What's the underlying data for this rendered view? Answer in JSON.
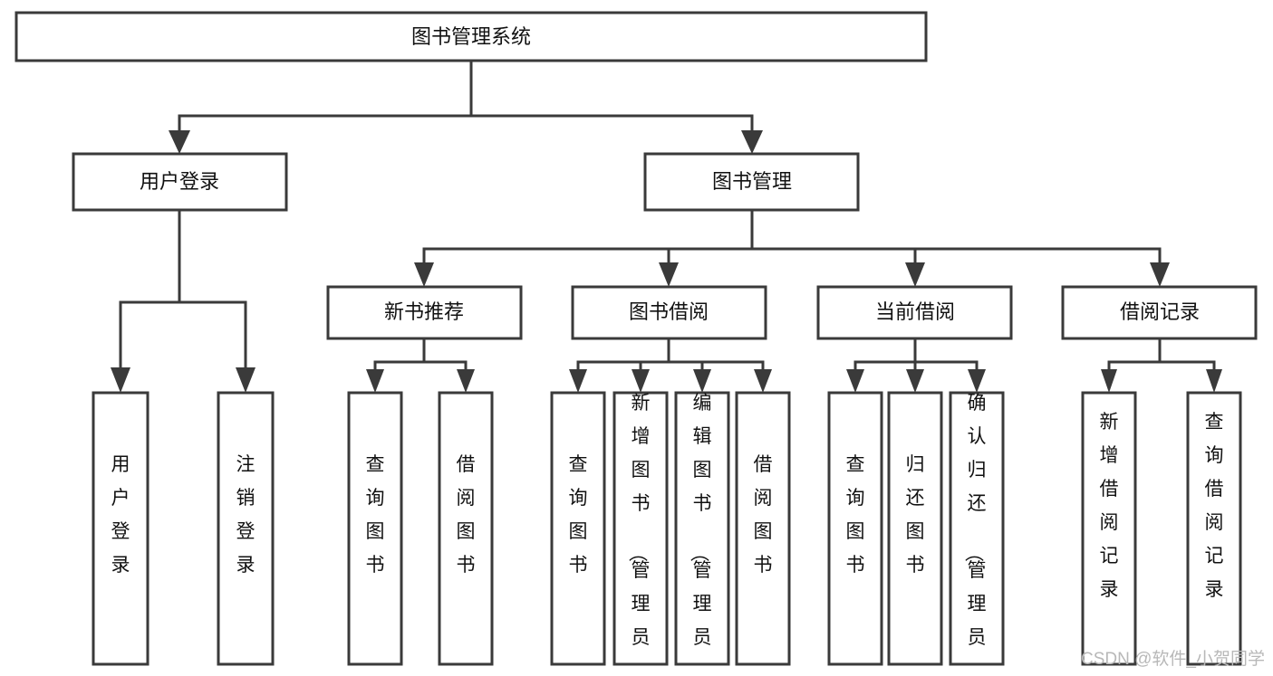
{
  "diagram": {
    "title": "图书管理系统",
    "type": "tree-hierarchy",
    "root": {
      "id": "root",
      "label": "图书管理系统",
      "orientation": "horizontal"
    },
    "level2": [
      {
        "id": "user-login",
        "label": "用户登录",
        "orientation": "horizontal"
      },
      {
        "id": "book-manage",
        "label": "图书管理",
        "orientation": "horizontal"
      }
    ],
    "level3": [
      {
        "id": "new-book-recommend",
        "label": "新书推荐",
        "orientation": "horizontal",
        "parent": "book-manage"
      },
      {
        "id": "book-borrow",
        "label": "图书借阅",
        "orientation": "horizontal",
        "parent": "book-manage"
      },
      {
        "id": "current-borrow",
        "label": "当前借阅",
        "orientation": "horizontal",
        "parent": "book-manage"
      },
      {
        "id": "borrow-record",
        "label": "借阅记录",
        "orientation": "horizontal",
        "parent": "book-manage"
      }
    ],
    "leaves": {
      "user-login": [
        {
          "id": "leaf-user-login",
          "label": "用户登录",
          "orientation": "vertical"
        },
        {
          "id": "leaf-user-logout",
          "label": "注销登录",
          "orientation": "vertical"
        }
      ],
      "new-book-recommend": [
        {
          "id": "leaf-query-book-1",
          "label": "查询图书",
          "orientation": "vertical"
        },
        {
          "id": "leaf-borrow-book-1",
          "label": "借阅图书",
          "orientation": "vertical"
        }
      ],
      "book-borrow": [
        {
          "id": "leaf-query-book-2",
          "label": "查询图书",
          "orientation": "vertical"
        },
        {
          "id": "leaf-add-book",
          "label": "新增图书（管理员）",
          "orientation": "vertical"
        },
        {
          "id": "leaf-edit-book",
          "label": "编辑图书（管理员）",
          "orientation": "vertical"
        },
        {
          "id": "leaf-borrow-book-2",
          "label": "借阅图书",
          "orientation": "vertical"
        }
      ],
      "current-borrow": [
        {
          "id": "leaf-query-book-3",
          "label": "查询图书",
          "orientation": "vertical"
        },
        {
          "id": "leaf-return-book",
          "label": "归还图书",
          "orientation": "vertical"
        },
        {
          "id": "leaf-confirm-return",
          "label": "确认归还（管理员）",
          "orientation": "vertical"
        }
      ],
      "borrow-record": [
        {
          "id": "leaf-add-record",
          "label": "新增借阅记录",
          "orientation": "vertical"
        },
        {
          "id": "leaf-query-record",
          "label": "查询借阅记录",
          "orientation": "vertical"
        }
      ]
    }
  },
  "watermark": {
    "text": "CSDN @软件_小贺同学"
  },
  "colors": {
    "box_stroke": "#3a3a3a",
    "box_fill": "#ffffff",
    "connector": "#3a3a3a",
    "text": "#111111",
    "watermark": "#b8b8b8",
    "background": "#ffffff"
  }
}
